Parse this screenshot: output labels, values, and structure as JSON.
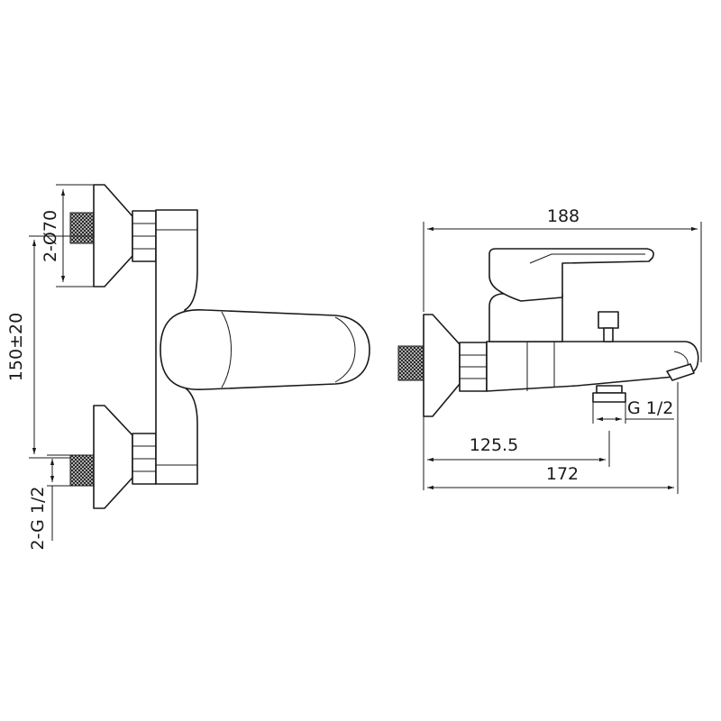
{
  "dimensions": {
    "flange_diameter": "2-Ø70",
    "inlet_spacing": "150±20",
    "inlet_thread": "2-G 1/2",
    "overall_depth": "188",
    "outlet_offset": "125.5",
    "spout_depth": "172",
    "outlet_thread": "G 1/2"
  },
  "colors": {
    "line": "#1a1a1a",
    "background": "#ffffff"
  }
}
